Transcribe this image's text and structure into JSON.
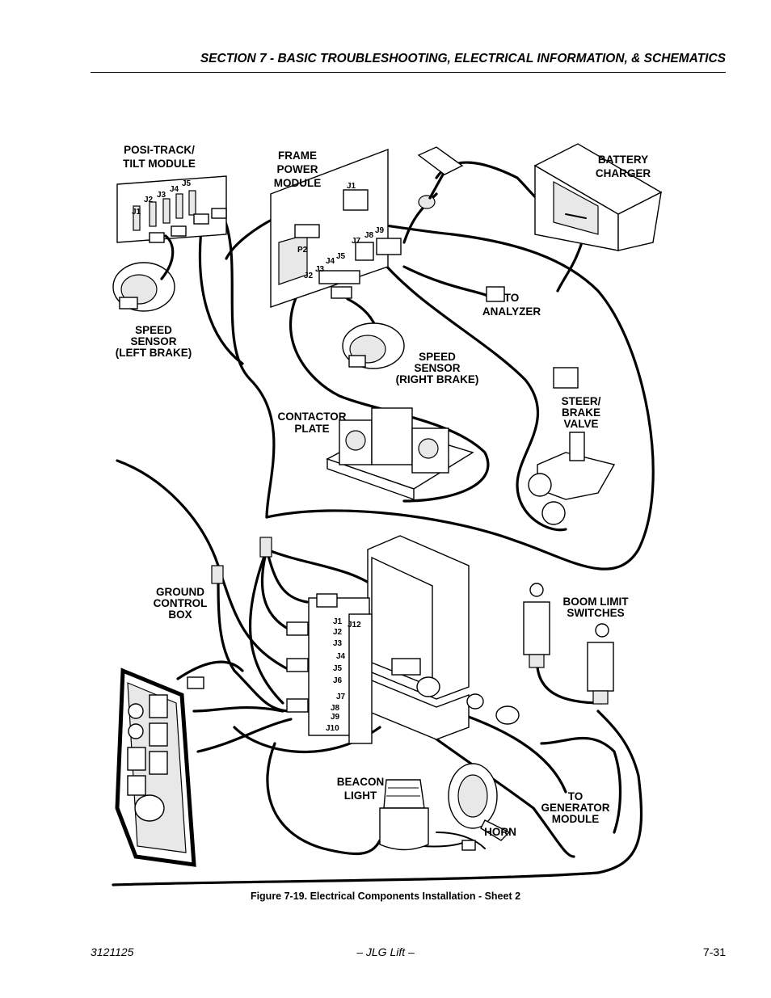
{
  "header": {
    "section_title": "SECTION 7 - BASIC TROUBLESHOOTING, ELECTRICAL INFORMATION, & SCHEMATICS"
  },
  "figure": {
    "caption": "Figure 7-19.  Electrical Components Installation - Sheet 2",
    "labels": {
      "posi_track_1": "POSI-TRACK/",
      "posi_track_2": "TILT MODULE",
      "frame_power_1": "FRAME",
      "frame_power_2": "POWER",
      "frame_power_3": "MODULE",
      "battery_1": "BATTERY",
      "battery_2": "CHARGER",
      "analyzer_1": "TO",
      "analyzer_2": "ANALYZER",
      "speed_left_1": "SPEED",
      "speed_left_2": "SENSOR",
      "speed_left_3": "(LEFT BRAKE)",
      "speed_right_1": "SPEED",
      "speed_right_2": "SENSOR",
      "speed_right_3": "(RIGHT BRAKE)",
      "contactor_1": "CONTACTOR",
      "contactor_2": "PLATE",
      "steer_1": "STEER/",
      "steer_2": "BRAKE",
      "steer_3": "VALVE",
      "ground_1": "GROUND",
      "ground_2": "CONTROL",
      "ground_3": "BOX",
      "boom_1": "BOOM LIMIT",
      "boom_2": "SWITCHES",
      "beacon_1": "BEACON",
      "beacon_2": "LIGHT",
      "horn": "HORN",
      "generator_1": "TO",
      "generator_2": "GENERATOR",
      "generator_3": "MODULE"
    },
    "posi_connectors": [
      "J1",
      "J2",
      "J3",
      "J4",
      "J5"
    ],
    "frame_connectors": [
      "J1",
      "P2",
      "J2",
      "J3",
      "J4",
      "J5",
      "J7",
      "J8",
      "J9"
    ],
    "ground_connectors": [
      "J1",
      "J12",
      "J2",
      "J3",
      "J4",
      "J5",
      "J6",
      "J7",
      "J8",
      "J9",
      "J10"
    ]
  },
  "footer": {
    "doc_number": "3121125",
    "publisher": "– JLG Lift –",
    "page": "7-31"
  }
}
